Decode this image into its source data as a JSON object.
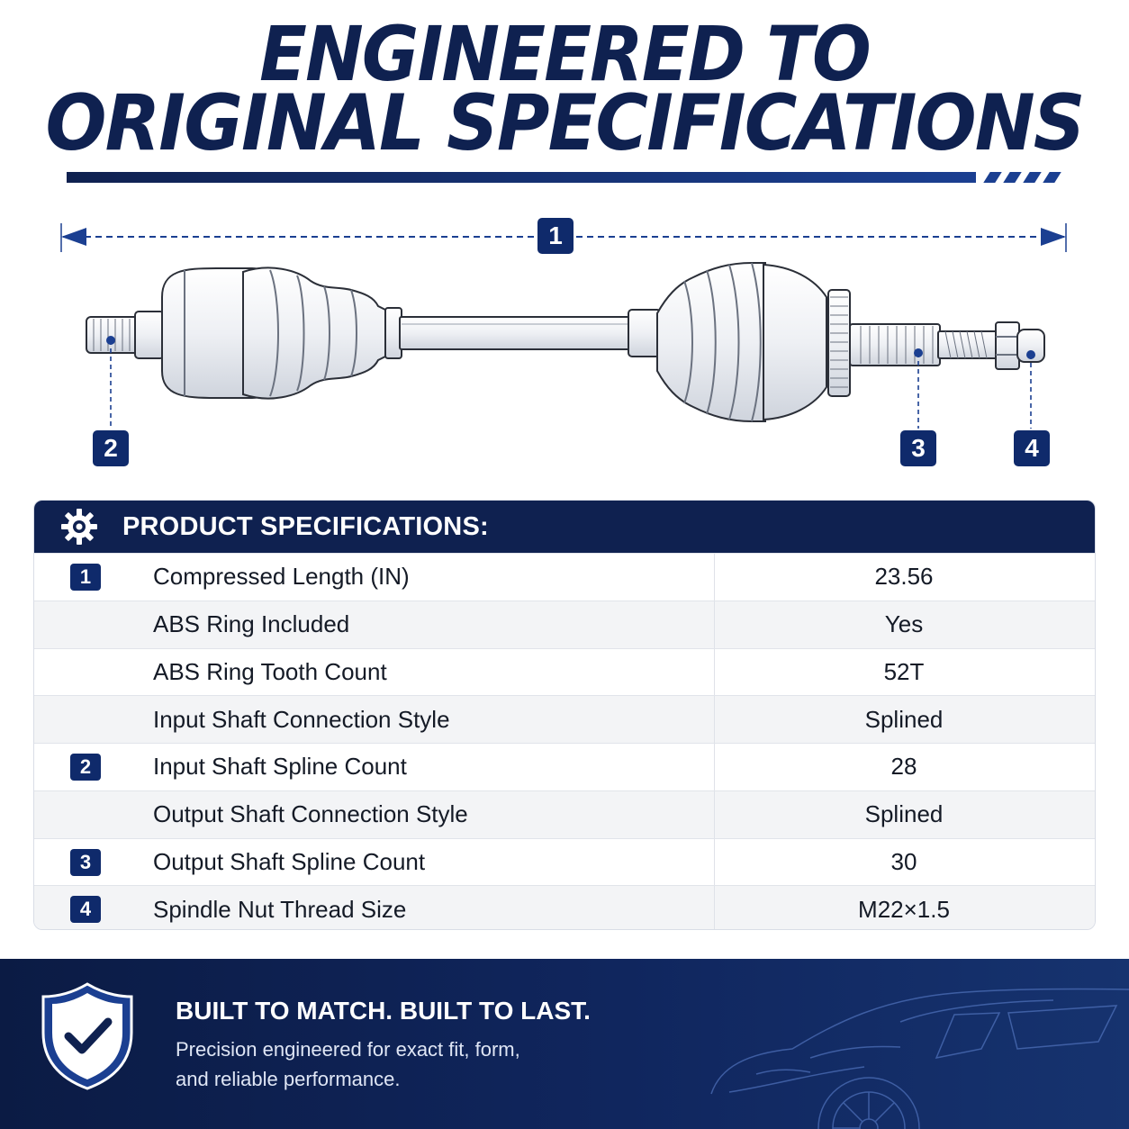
{
  "header": {
    "line1": "ENGINEERED TO",
    "line2": "ORIGINAL SPECIFICATIONS"
  },
  "diagram": {
    "callouts": [
      "1",
      "2",
      "3",
      "4"
    ]
  },
  "specs": {
    "title": "PRODUCT SPECIFICATIONS:",
    "icon": "gear-icon",
    "rows": [
      {
        "num": "1",
        "label": "Compressed Length (IN)",
        "value": "23.56"
      },
      {
        "num": "",
        "label": "ABS Ring Included",
        "value": "Yes"
      },
      {
        "num": "",
        "label": "ABS Ring Tooth Count",
        "value": "52T"
      },
      {
        "num": "",
        "label": "Input Shaft Connection Style",
        "value": "Splined"
      },
      {
        "num": "2",
        "label": "Input Shaft Spline Count",
        "value": "28"
      },
      {
        "num": "",
        "label": "Output Shaft Connection Style",
        "value": "Splined"
      },
      {
        "num": "3",
        "label": "Output Shaft Spline Count",
        "value": "30"
      },
      {
        "num": "4",
        "label": "Spindle Nut Thread Size",
        "value": "M22×1.5"
      }
    ]
  },
  "footer": {
    "title": "BUILT TO MATCH. BUILT TO LAST.",
    "sub_line1": "Precision engineered for exact fit, form,",
    "sub_line2": "and reliable performance.",
    "icon": "shield-check-icon"
  },
  "colors": {
    "navy": "#0f2150",
    "badge": "#0f2a6b",
    "accent": "#1b3f91"
  }
}
